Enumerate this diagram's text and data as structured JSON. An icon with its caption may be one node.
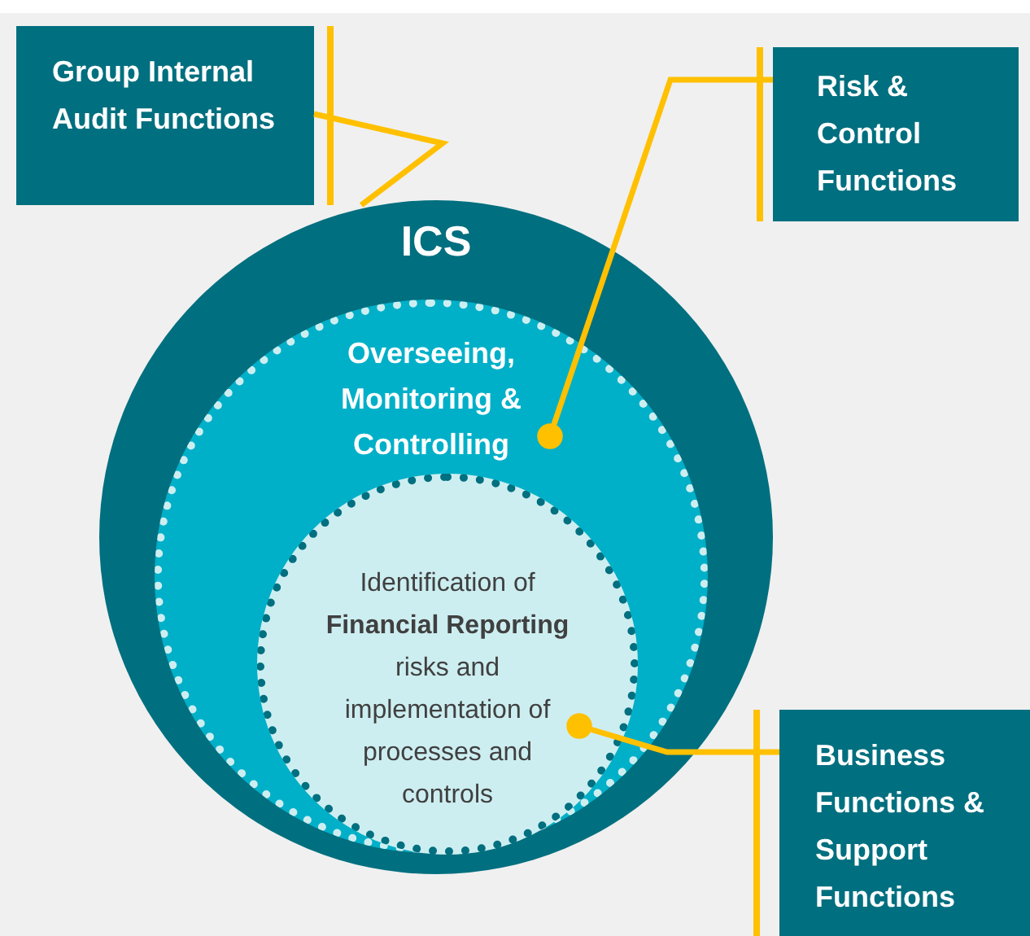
{
  "diagram": {
    "nodes": [
      {
        "text": [
          "Group Internal Audit Functions"
        ]
      },
      {
        "text": [
          "Risk & Control Functions"
        ]
      },
      {
        "text": [
          "Business Functions & Support Functions"
        ]
      },
      {
        "text": [
          "ICS"
        ]
      },
      {
        "text": [
          "Overseeing, Monitoring & Controlling"
        ],
        "in": 3
      },
      {
        "text": [
          "Identification of **Financial Reporting** risks and implementation of processes and controls"
        ],
        "in": 4
      }
    ],
    "edges": [
      {
        "from": 0,
        "to": 3,
        "arrow": "none"
      },
      {
        "from": 1,
        "to": 4,
        "arrow": "other"
      },
      {
        "from": 2,
        "to": 5,
        "arrow": "other"
      }
    ]
  }
}
